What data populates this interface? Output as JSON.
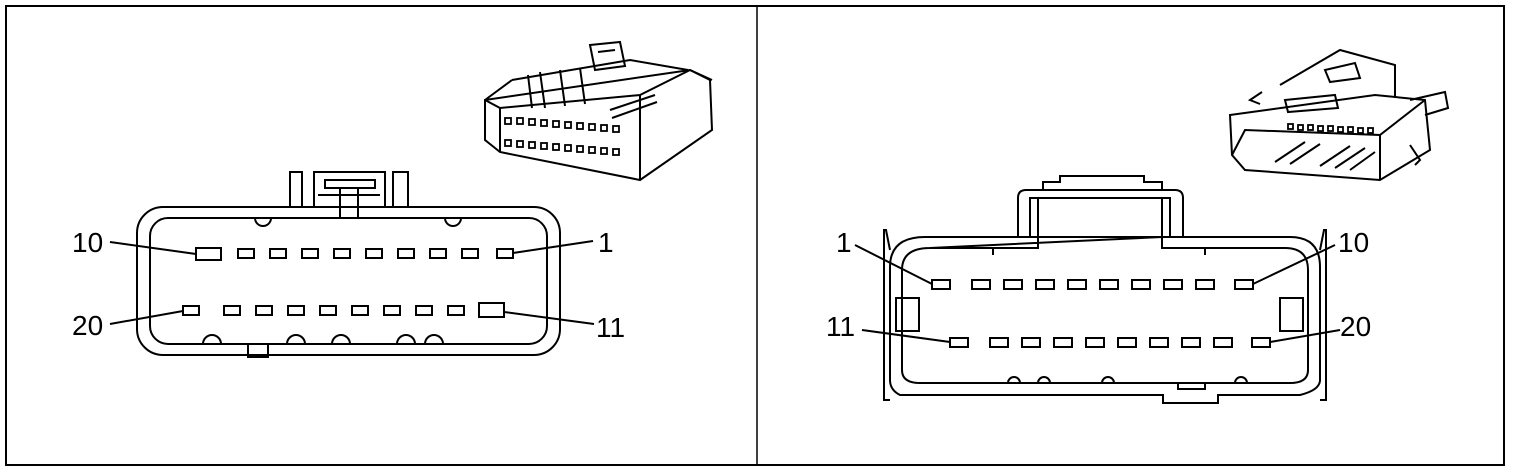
{
  "left_connector": {
    "label_top_left": "10",
    "label_top_right": "1",
    "label_bottom_left": "20",
    "label_bottom_right": "11"
  },
  "right_connector": {
    "label_top_left": "1",
    "label_top_right": "10",
    "label_bottom_left": "11",
    "label_bottom_right": "20"
  }
}
